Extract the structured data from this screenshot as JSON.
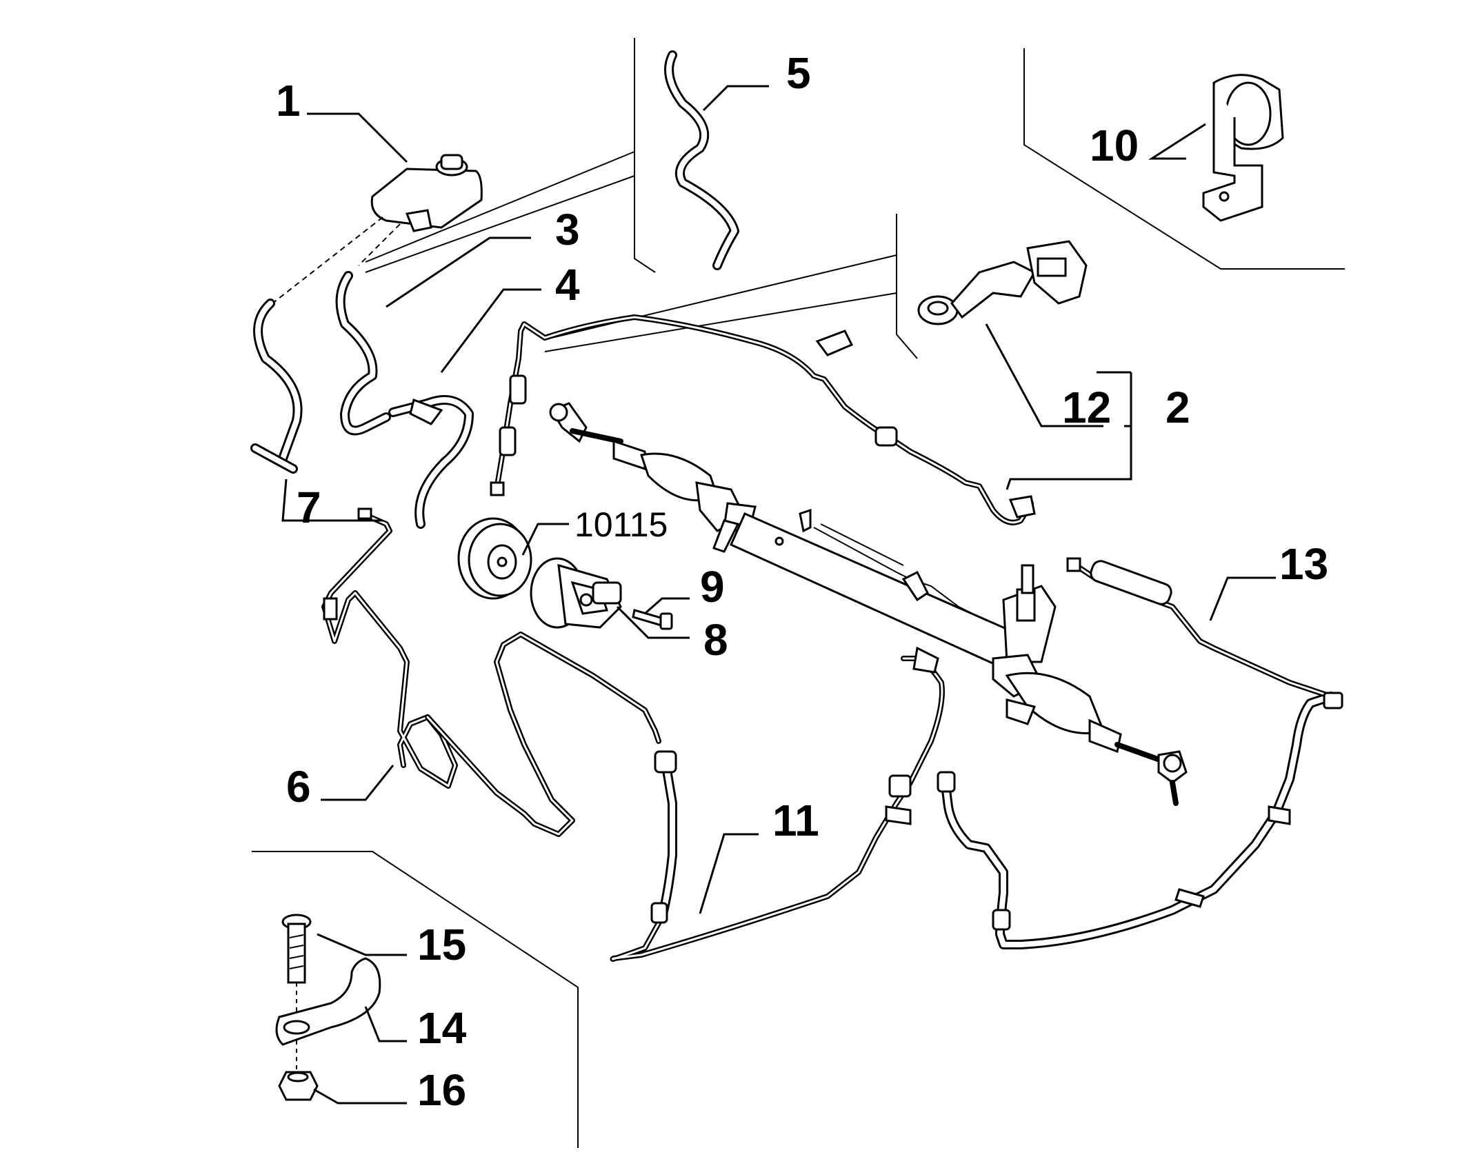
{
  "callouts": [
    {
      "id": "c1",
      "label": "1"
    },
    {
      "id": "c2",
      "label": "2"
    },
    {
      "id": "c3",
      "label": "3"
    },
    {
      "id": "c4",
      "label": "4"
    },
    {
      "id": "c5",
      "label": "5"
    },
    {
      "id": "c6",
      "label": "6"
    },
    {
      "id": "c7",
      "label": "7"
    },
    {
      "id": "c8",
      "label": "8"
    },
    {
      "id": "c9",
      "label": "9"
    },
    {
      "id": "c10",
      "label": "10"
    },
    {
      "id": "c10115",
      "label": "10115"
    },
    {
      "id": "c11",
      "label": "11"
    },
    {
      "id": "c12",
      "label": "12"
    },
    {
      "id": "c13",
      "label": "13"
    },
    {
      "id": "c14",
      "label": "14"
    },
    {
      "id": "c15",
      "label": "15"
    },
    {
      "id": "c16",
      "label": "16"
    }
  ]
}
